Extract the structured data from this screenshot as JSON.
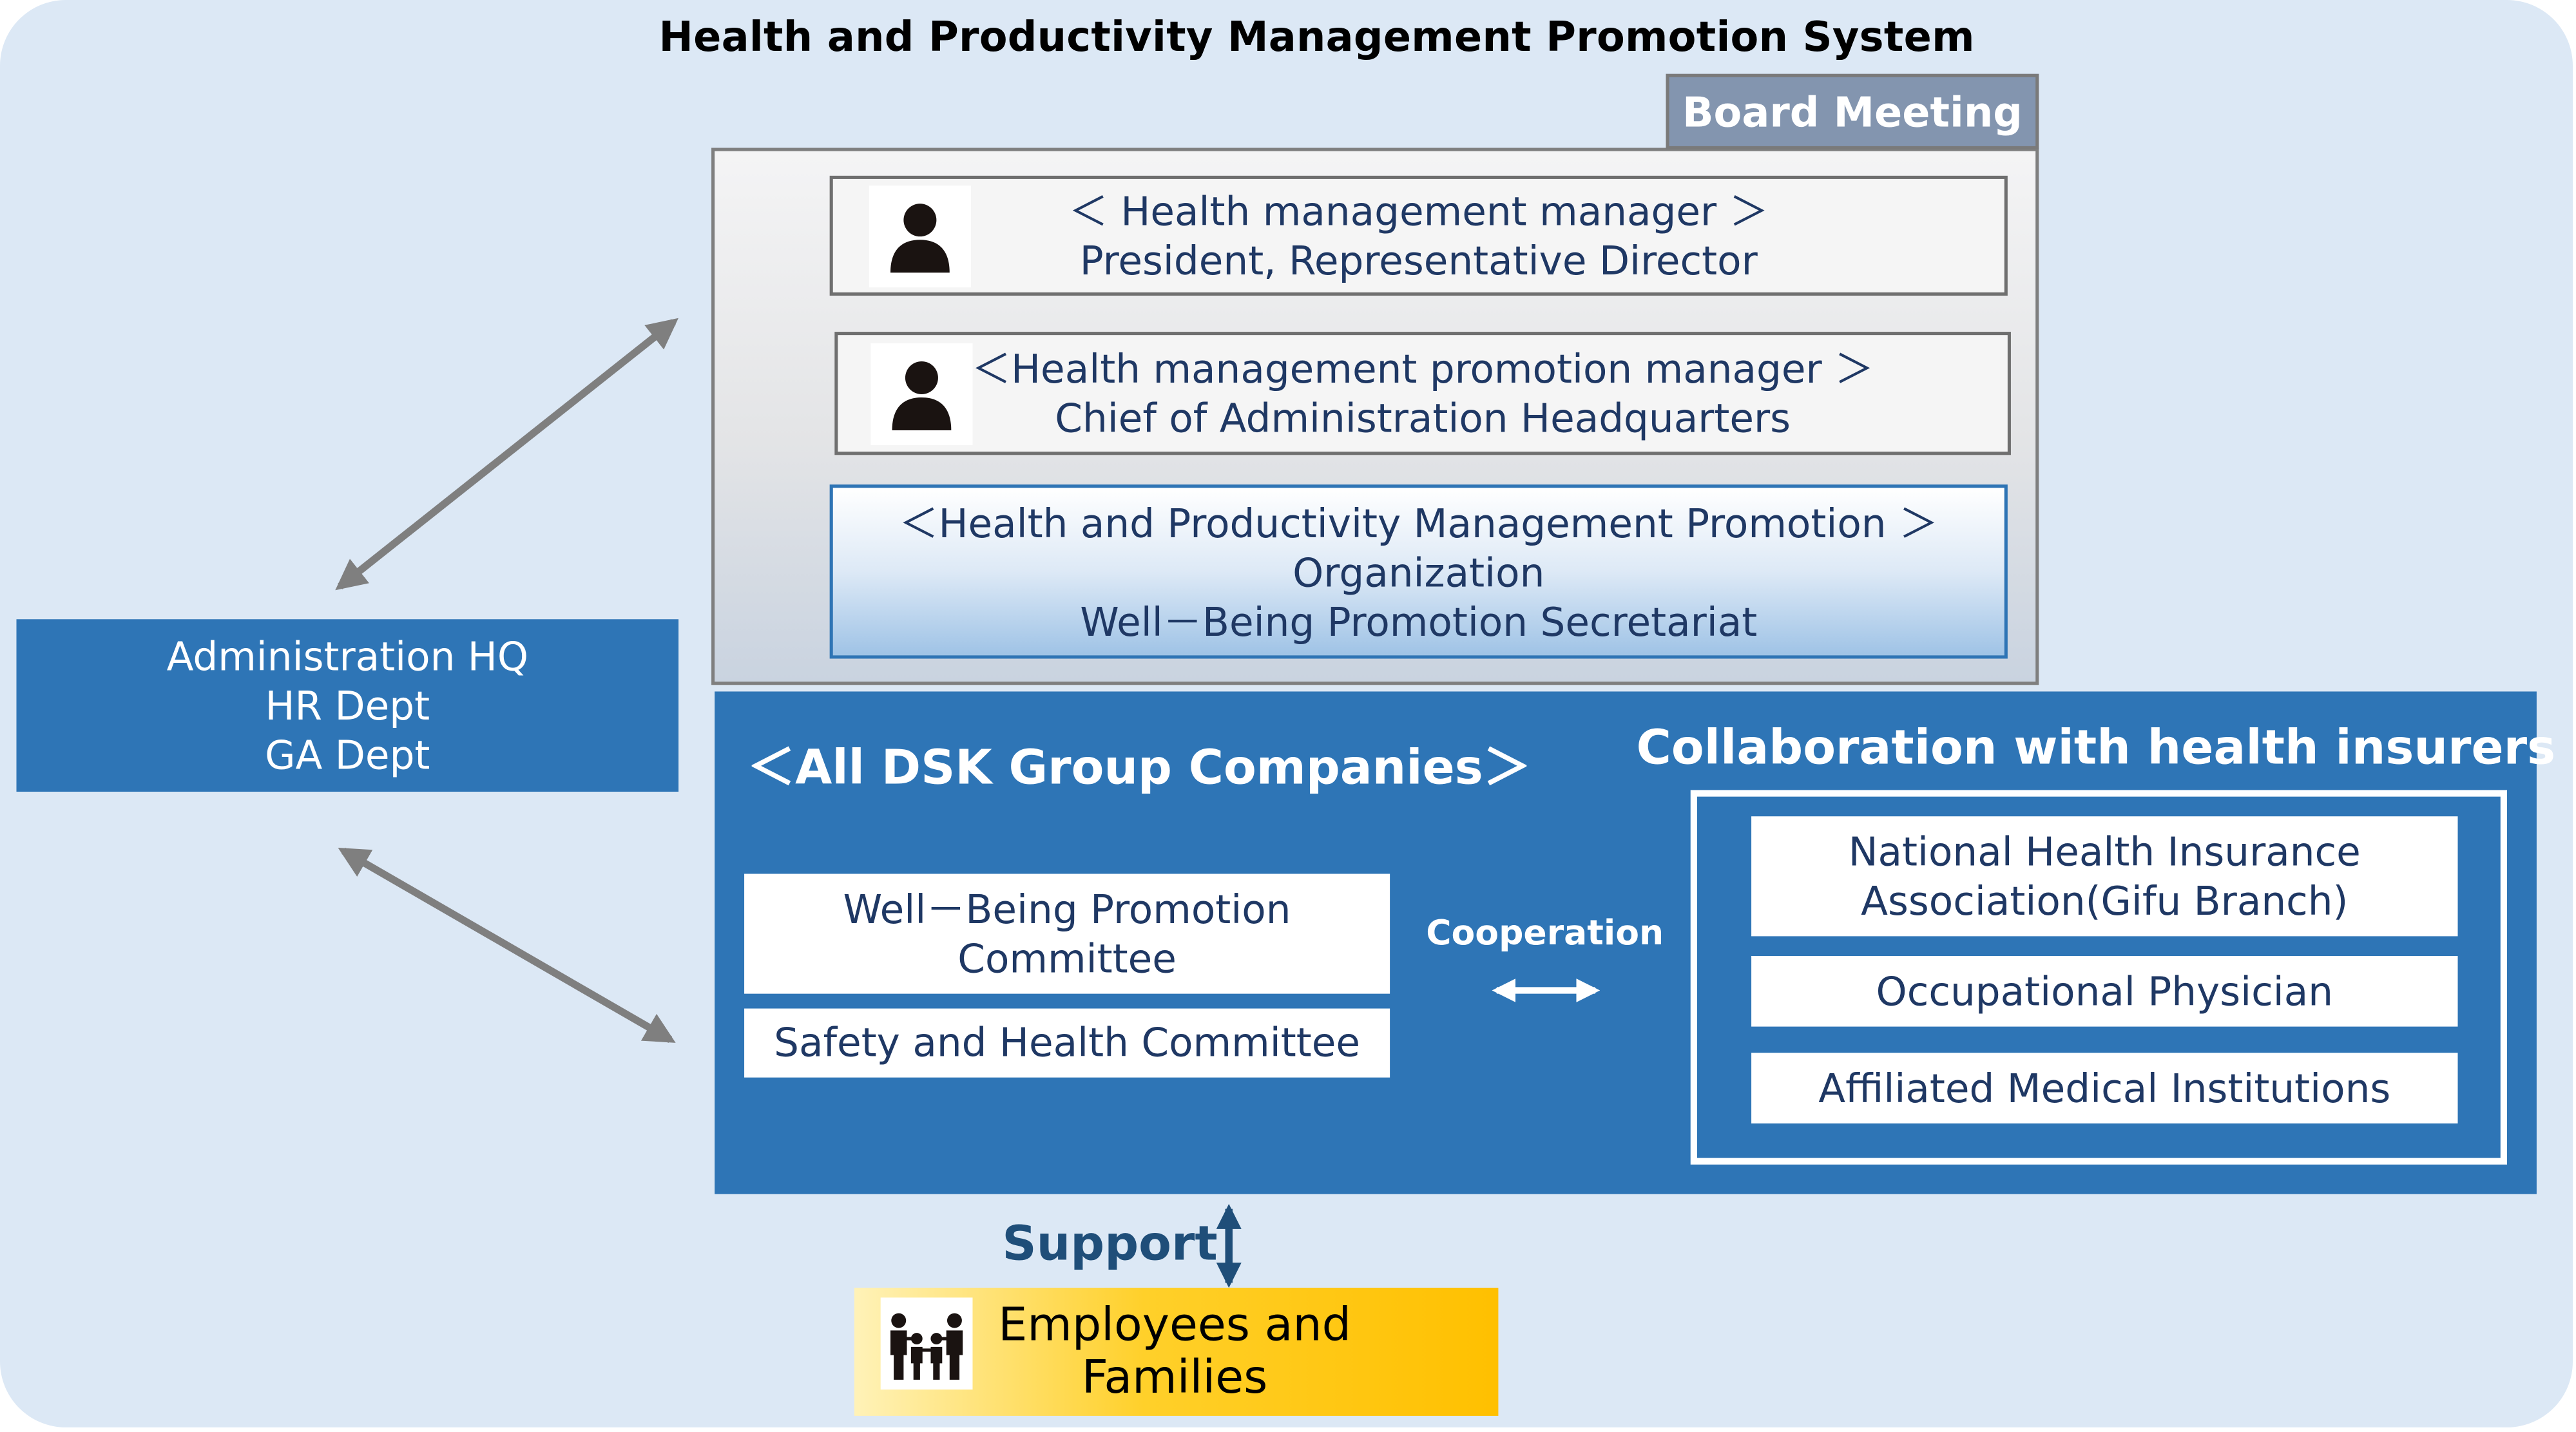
{
  "title": "Health and Productivity Management Promotion System",
  "board": {
    "tab_label": "Board Meeting",
    "roles": [
      {
        "heading": "＜ Health management manager ＞",
        "name": "President, Representative Director",
        "icon": "person-icon"
      },
      {
        "heading": "＜Health management promotion manager ＞",
        "name": "Chief of Administration Headquarters",
        "icon": "person-icon"
      }
    ],
    "organization": {
      "line1": "＜Health and Productivity Management Promotion ＞",
      "line2": "Organization",
      "line3": "Well－Being  Promotion Secretariat"
    }
  },
  "admin": {
    "line1": "Administration HQ",
    "line2": "HR Dept",
    "line3": "GA Dept"
  },
  "group": {
    "title": "＜All DSK Group Companies＞",
    "committees": [
      {
        "line1": "Well－Being  Promotion",
        "line2": "Committee"
      },
      {
        "line1": "Safety and Health Committee"
      }
    ],
    "cooperation_label": "Cooperation"
  },
  "collaboration": {
    "title": "Collaboration with health insurers",
    "items": [
      {
        "line1": "National Health Insurance",
        "line2": "Association(Gifu Branch)"
      },
      {
        "line1": "Occupational Physician"
      },
      {
        "line1": "Affiliated Medical Institutions"
      }
    ]
  },
  "support": {
    "label": "Support"
  },
  "employees": {
    "line1": "Employees and",
    "line2": "Families",
    "icon": "family-icon"
  },
  "colors": {
    "background": "#dce8f5",
    "primary_blue": "#2e75b6",
    "text_navy": "#1f3864",
    "board_tab": "#8395af",
    "arrow_gray": "#7f7f7f",
    "employees_yellow": "#ffc000"
  }
}
